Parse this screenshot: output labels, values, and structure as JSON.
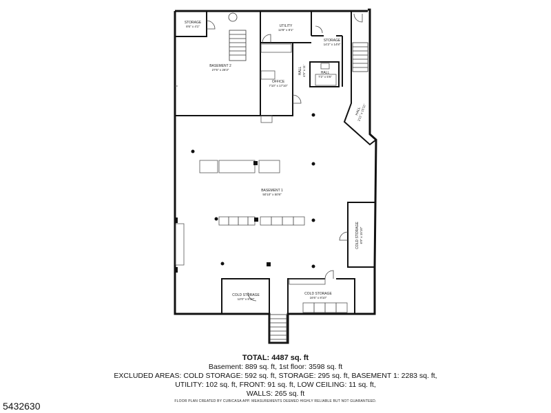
{
  "rooms": [
    {
      "key": "storage_tl",
      "name": "STORAGE",
      "dim": "8'6\" x 4'1\""
    },
    {
      "key": "basement2",
      "name": "BASEMENT 2",
      "dim": "27'6\" x 26'3\""
    },
    {
      "key": "utility",
      "name": "UTILITY",
      "dim": "12'8\" x 8'1\""
    },
    {
      "key": "storage_tr",
      "name": "STORAGE",
      "dim": "14'2\" x 14'8\""
    },
    {
      "key": "hall_small",
      "name": "HALL",
      "dim": "7'2\" x 5'6\""
    },
    {
      "key": "hall_vert",
      "name": "HALL",
      "dim": "4'5\" x 11'"
    },
    {
      "key": "office",
      "name": "OFFICE",
      "dim": "7'10\" x 17'10\""
    },
    {
      "key": "hall_right",
      "name": "HALL",
      "dim": "3'11\" x 15'11\""
    },
    {
      "key": "basement1",
      "name": "BASEMENT 1",
      "dim": "50'10\" x 50'8\""
    },
    {
      "key": "cold_right",
      "name": "COLD STORAGE",
      "dim": "6'9\" x 15'10\""
    },
    {
      "key": "cold_bl",
      "name": "COLD STORAGE",
      "dim": "12'0\" x 8'10\""
    },
    {
      "key": "cold_bm",
      "name": "COLD STORAGE",
      "dim": "16'6\" x 8'10\""
    }
  ],
  "summary": {
    "total": "TOTAL: 4487 sq. ft",
    "line1": "Basement: 889 sq. ft, 1st floor: 3598 sq. ft",
    "line2": "EXCLUDED AREAS: COLD STORAGE: 592 sq. ft, STORAGE: 295 sq. ft, BASEMENT 1: 2283 sq. ft,",
    "line3": "UTILITY: 102 sq. ft, FRONT: 91 sq. ft, LOW CEILING: 11 sq. ft,",
    "line4": "WALLS: 265 sq. ft"
  },
  "footer_note": "FLOOR PLAN CREATED BY CUBICASA APP. MEASUREMENTS DEEMED HIGHLY RELIABLE BUT NOT GUARANTEED.",
  "listing_id": "5432630"
}
